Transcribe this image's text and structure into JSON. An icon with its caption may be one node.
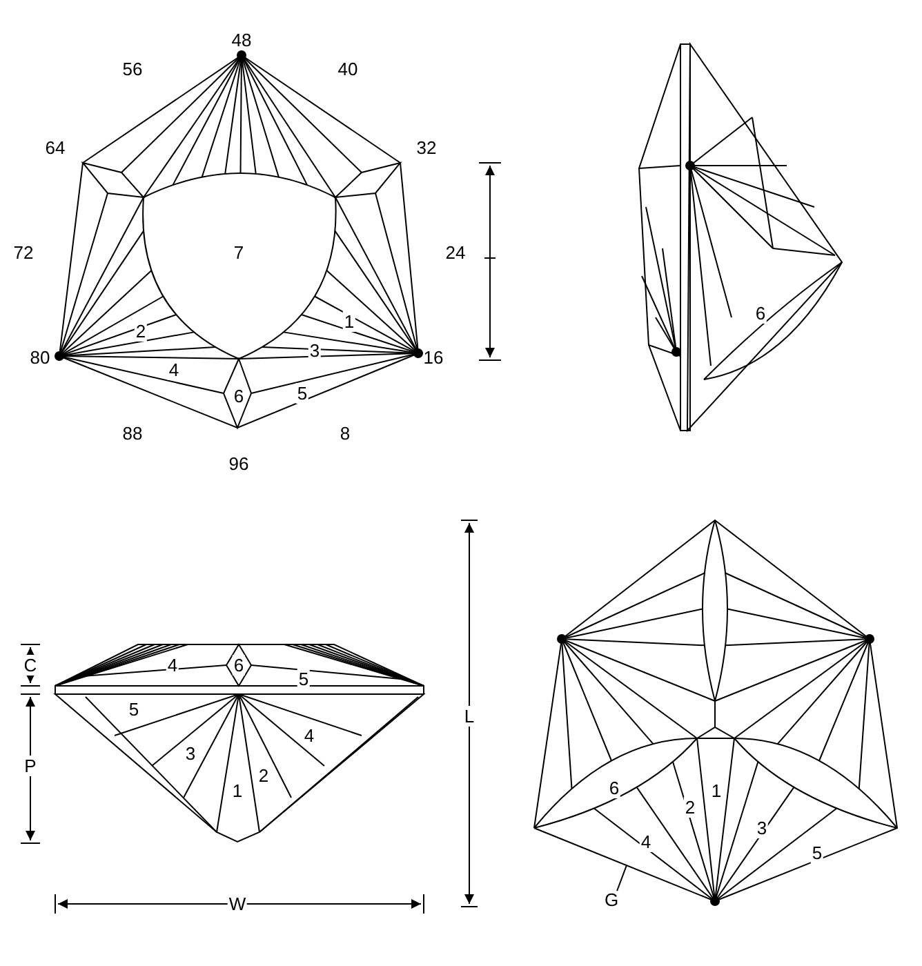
{
  "diagram": {
    "nodes": [
      {
        "text": [
          "G"
        ]
      },
      {
        "text": [],
        "shape": "bar"
      }
    ],
    "edges": [
      {
        "from": 0,
        "to": 1,
        "arrow": "none"
      }
    ],
    "labels": [
      "48",
      "56",
      "40",
      "64",
      "32",
      "72",
      "7",
      "24",
      "1",
      "2",
      "3",
      "80",
      "16",
      "4",
      "6",
      "5",
      "88",
      "8",
      "96",
      "6",
      "C",
      "4",
      "6",
      "5",
      "5",
      "P",
      "3",
      "4",
      "1",
      "2",
      "W",
      "L",
      "6",
      "2",
      "1",
      "3",
      "4",
      "5"
    ]
  }
}
